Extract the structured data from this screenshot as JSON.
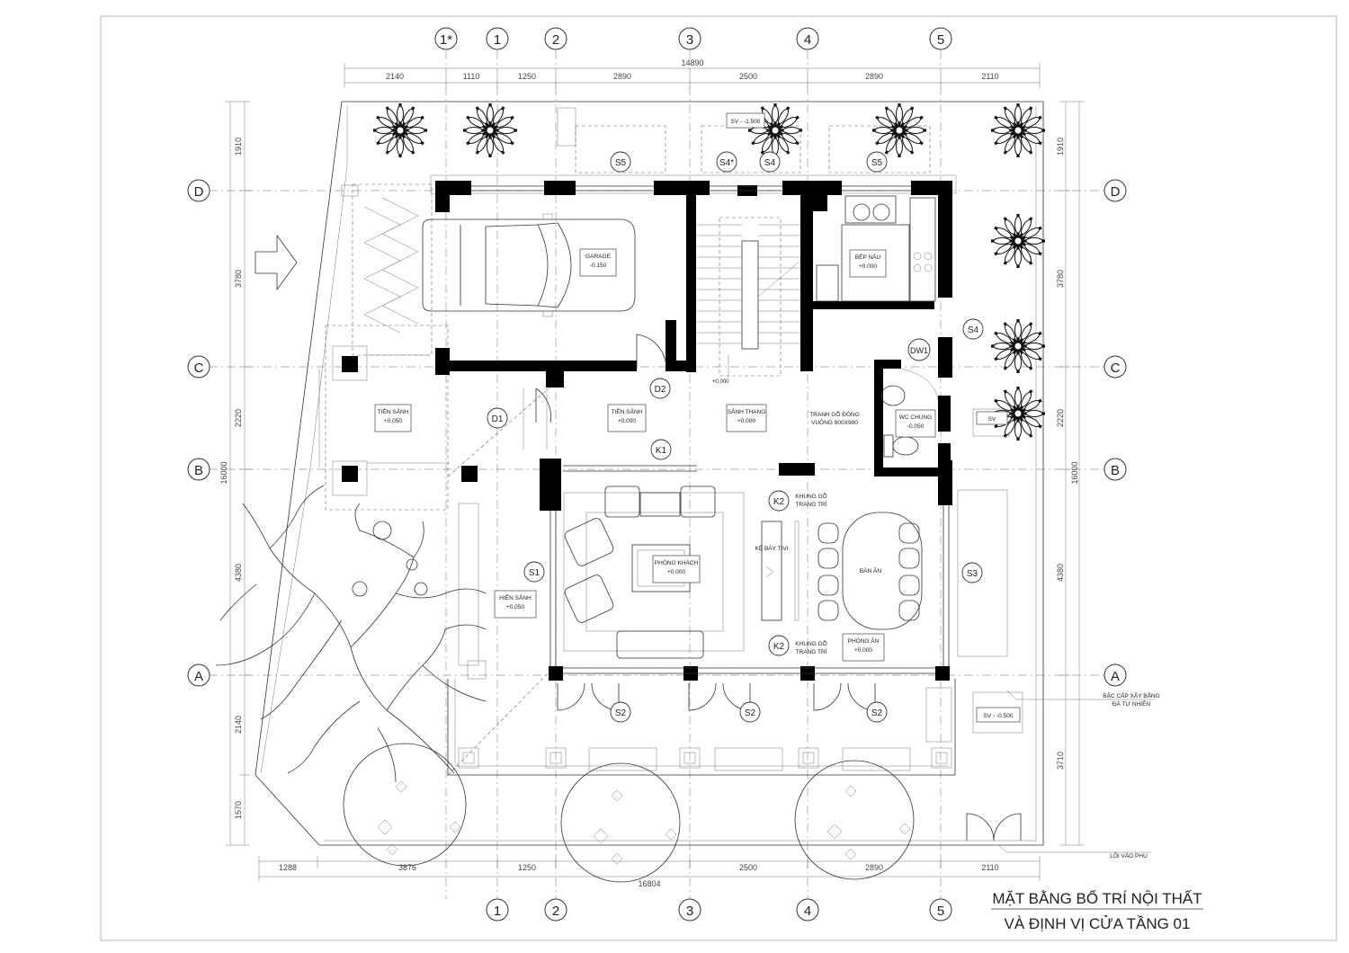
{
  "title": {
    "line1": "MẶT BẰNG BỐ TRÍ NỘI THẤT",
    "line2": "VÀ ĐỊNH VỊ CỬA TẦNG 01"
  },
  "grid_columns": [
    "1*",
    "1",
    "2",
    "3",
    "4",
    "5"
  ],
  "grid_columns_bottom": [
    "1",
    "2",
    "3",
    "4",
    "5"
  ],
  "grid_rows": [
    "D",
    "C",
    "B",
    "A"
  ],
  "dims_top_total": "14890",
  "dims_top": [
    "2140",
    "1110",
    "1250",
    "2890",
    "2500",
    "2890",
    "2110"
  ],
  "dims_bottom_total": "16804",
  "dims_bottom": [
    "1288",
    "3876",
    "1250",
    "2500",
    "2890",
    "2110"
  ],
  "dims_left": [
    "1910",
    "3780",
    "2220",
    "4380",
    "2140",
    "1570"
  ],
  "dims_left_total": "16000",
  "dims_right": [
    "1910",
    "3780",
    "2220",
    "4380",
    "3710"
  ],
  "dims_right_total": "16000",
  "rooms": [
    {
      "name": "GARAGE",
      "level": "-0.150"
    },
    {
      "name": "BẾP NẤU",
      "level": "+0.000"
    },
    {
      "name": "TIỀN SẢNH",
      "level": "+0.050"
    },
    {
      "name": "TIỀN SẢNH",
      "level": "+0.000"
    },
    {
      "name": "SẢNH THANG",
      "level": "+0.000"
    },
    {
      "name": "WC CHUNG",
      "level": "-0.050"
    },
    {
      "name": "PHÒNG KHÁCH",
      "level": "+0.000"
    },
    {
      "name": "HIÊN SẢNH",
      "level": "+0.050"
    },
    {
      "name": "PHÒNG ĂN",
      "level": "+0.000"
    }
  ],
  "level_stair": "+0.000",
  "tags": {
    "s5a": "S5",
    "s4star": "S4*",
    "s4b": "S4",
    "s5b": "S5",
    "s4": "S4",
    "dw1": "DW1",
    "d2": "D2",
    "d1": "D1",
    "k1": "K1",
    "k2a": "K2",
    "k2b": "K2",
    "s1": "S1",
    "s3": "S3",
    "s2a": "S2",
    "s2b": "S2",
    "s2c": "S2"
  },
  "notes": {
    "tranh1": "TRANH GỖ ĐÔNG",
    "tranh2": "VUÔNG 900X900",
    "khung1a": "KHUNG GỖ",
    "khung1b": "TRANG TRÍ",
    "khung2a": "KHUNG GỖ",
    "khung2b": "TRANG TRÍ",
    "ke_tivi": "KỆ BÀY TIVI",
    "ban_an": "BÀN ĂN",
    "bac_cap1": "BẬC CẤP XÂY BẰNG",
    "bac_cap2": "ĐÁ TỰ NHIÊN",
    "loi_vao": "LỐI VÀO PHỤ",
    "sv_top": "SV - -1.500",
    "sv_right": "SV",
    "sv_bottom": "SV - -0.500"
  }
}
